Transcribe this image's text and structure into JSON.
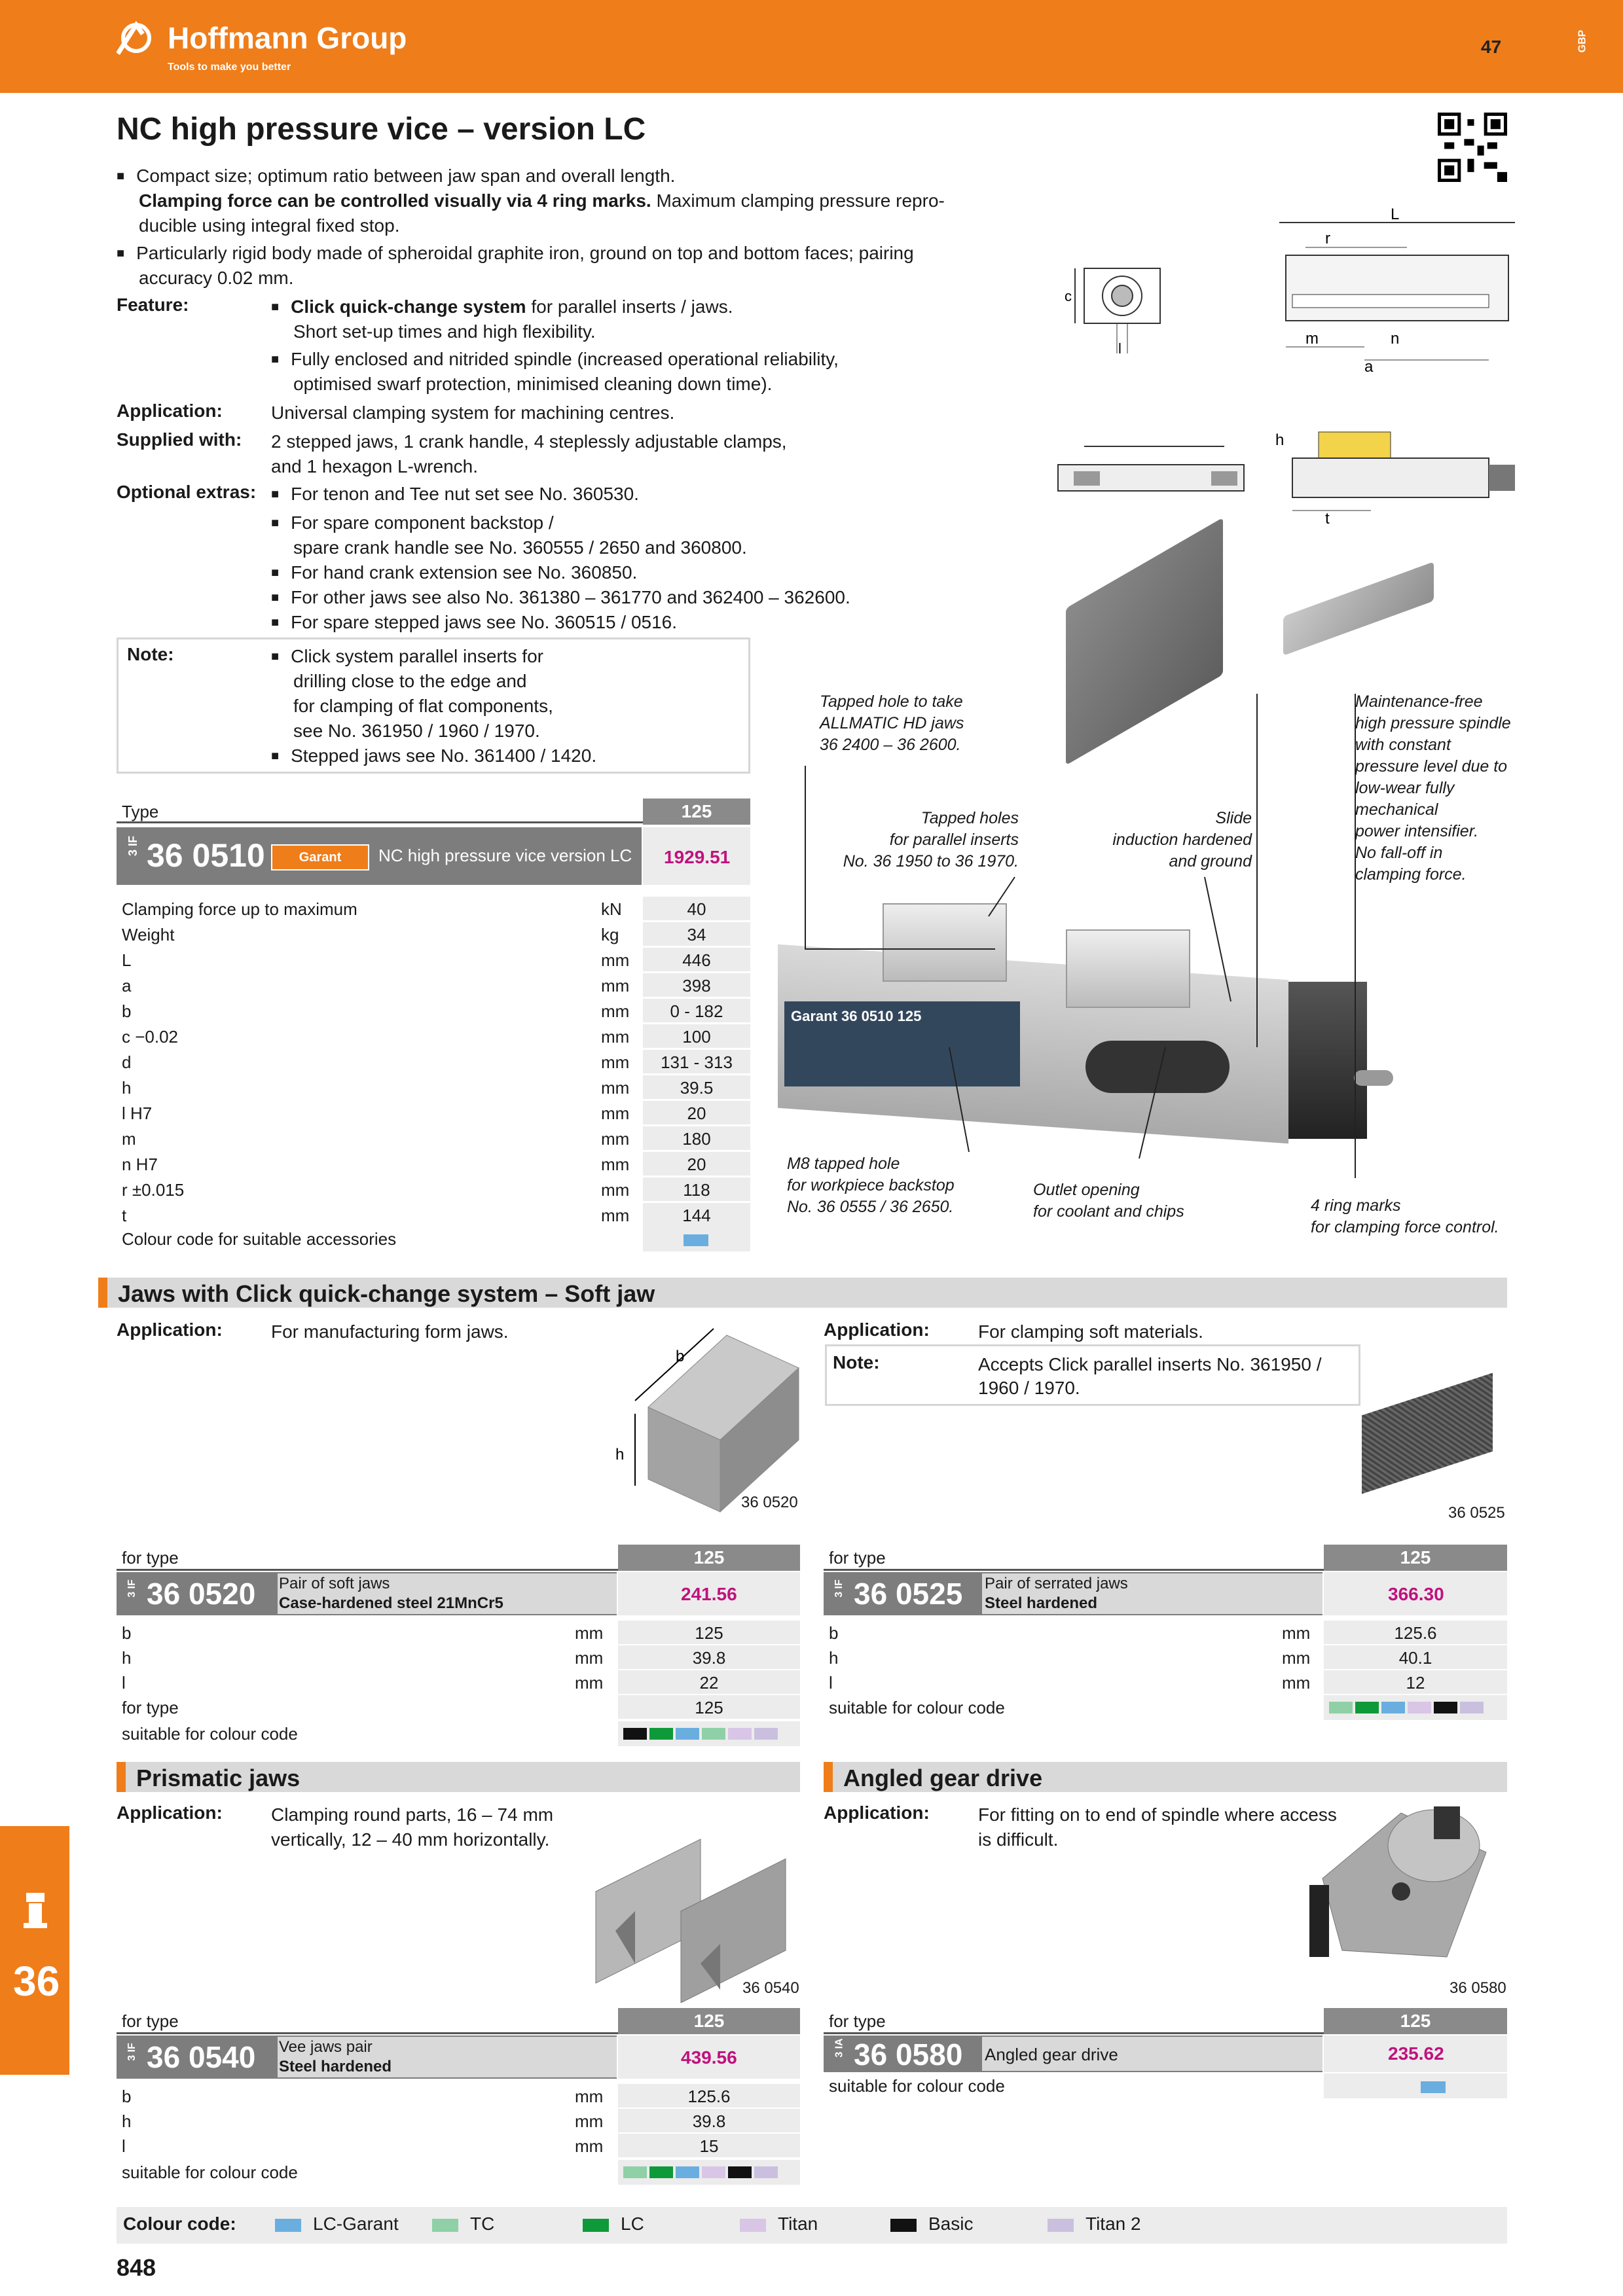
{
  "header": {
    "brand": "Hoffmann Group",
    "tagline": "Tools to make you better",
    "page_number": "47",
    "lang": "GBP",
    "brand_color": "#ef7d1a"
  },
  "title": "NC high pressure vice – version LC",
  "intro": {
    "b1": "Compact size; optimum ratio between jaw span and overall length.",
    "b1b": "Clamping force can be controlled visually via 4 ring marks.",
    "b1c": "Maximum clamping pressure repro-",
    "b1d": "ducible using integral fixed stop.",
    "b2": "Particularly rigid body made of spheroidal graphite iron, ground on top and bottom faces; pairing",
    "b2b": "accuracy 0.02 mm."
  },
  "feature": {
    "label": "Feature:",
    "f1a": "Click quick-change system",
    "f1b": "for parallel inserts / jaws.",
    "f1c": "Short set-up times and high flexibility.",
    "f2a": "Fully enclosed and nitrided spindle (increased operational reliability,",
    "f2b": "optimised swarf protection, minimised cleaning down time)."
  },
  "application": {
    "label": "Application:",
    "text": "Universal clamping system for machining centres."
  },
  "supplied": {
    "label": "Supplied with:",
    "t1": "2 stepped jaws, 1 crank handle, 4 steplessly adjustable clamps,",
    "t2": "and 1 hexagon L-wrench."
  },
  "optional": {
    "label": "Optional extras:",
    "o1": "For tenon and Tee nut set see No. 360530.",
    "o2a": "For spare component backstop /",
    "o2b": "spare crank handle see No. 360555 / 2650 and 360800.",
    "o3": "For hand crank extension see No. 360850.",
    "o4": "For other jaws see also No. 361380 – 361770 and 362400 – 362600.",
    "o5": "For spare stepped jaws see No. 360515 / 0516."
  },
  "note": {
    "label": "Note:",
    "n1": "Click system parallel inserts for",
    "n2": "drilling close to the edge and",
    "n3": "for clamping of flat components,",
    "n4": "see No. 361950 / 1960 / 1970.",
    "n5": "Stepped jaws see No. 361400 / 1420."
  },
  "main_table": {
    "type_label": "Type",
    "size": "125",
    "prefix": "3 IF",
    "article": "36 0510",
    "brand": "Garant",
    "desc": "NC high pressure vice version LC",
    "price": "1929.51",
    "rows": [
      {
        "name": "Clamping force up to maximum",
        "unit": "kN",
        "value": "40"
      },
      {
        "name": "Weight",
        "unit": "kg",
        "value": "34"
      },
      {
        "name": "L",
        "unit": "mm",
        "value": "446"
      },
      {
        "name": "a",
        "unit": "mm",
        "value": "398"
      },
      {
        "name": "b",
        "unit": "mm",
        "value": "0 - 182"
      },
      {
        "name": "c −0.02",
        "unit": "mm",
        "value": "100"
      },
      {
        "name": "d",
        "unit": "mm",
        "value": "131 - 313"
      },
      {
        "name": "h",
        "unit": "mm",
        "value": "39.5"
      },
      {
        "name": "l H7",
        "unit": "mm",
        "value": "20"
      },
      {
        "name": "m",
        "unit": "mm",
        "value": "180"
      },
      {
        "name": "n H7",
        "unit": "mm",
        "value": "20"
      },
      {
        "name": "r ±0.015",
        "unit": "mm",
        "value": "118"
      },
      {
        "name": "t",
        "unit": "mm",
        "value": "144"
      }
    ],
    "colour_label": "Colour code for suitable accessories"
  },
  "captions": {
    "c1a": "Tapped hole to take",
    "c1b": "ALLMATIC HD jaws",
    "c1c": "36 2400 – 36 2600.",
    "c2a": "Tapped holes",
    "c2b": "for parallel inserts",
    "c2c": "No. 36 1950 to 36 1970.",
    "c3a": "Slide",
    "c3b": "induction hardened",
    "c3c": "and ground",
    "c4a": "Maintenance-free",
    "c4b": "high pressure spindle",
    "c4c": "with constant",
    "c4d": "pressure level due to",
    "c4e": "low-wear fully",
    "c4f": "mechanical",
    "c4g": "power intensifier.",
    "c4h": "No fall-off in",
    "c4i": "clamping force.",
    "c5a": "M8 tapped hole",
    "c5b": "for workpiece backstop",
    "c5c": "No. 36 0555 / 36 2650.",
    "c6a": "Outlet opening",
    "c6b": "for coolant and chips",
    "c7a": "4 ring marks",
    "c7b": "for clamping force control."
  },
  "dims": {
    "L": "L",
    "r": "r",
    "m": "m",
    "n": "n",
    "a": "a",
    "c": "c",
    "l": "l",
    "h": "h",
    "t": "t",
    "b": "b"
  },
  "product_label": "Garant 36 0510 125",
  "sec_jaws": {
    "title": "Jaws with Click quick-change system – Soft jaw",
    "app_label": "Application:",
    "app_text": "For manufacturing form jaws.",
    "app2_label": "Application:",
    "app2_text": "For clamping soft materials.",
    "note_label": "Note:",
    "note1": "Accepts Click parallel inserts No. 361950 /",
    "note2": "1960 / 1970.",
    "img1": "36 0520",
    "img2": "36 0525"
  },
  "t520": {
    "for_type": "for type",
    "size": "125",
    "prefix": "3 IF",
    "article": "36 0520",
    "d1": "Pair of soft jaws",
    "d2": "Case-hardened steel 21MnCr5",
    "price": "241.56",
    "rows": [
      {
        "name": "b",
        "unit": "mm",
        "value": "125"
      },
      {
        "name": "h",
        "unit": "mm",
        "value": "39.8"
      },
      {
        "name": "l",
        "unit": "mm",
        "value": "22"
      }
    ],
    "for_type2": "for type",
    "for_type2_val": "125",
    "colour_label": "suitable for colour code"
  },
  "t525": {
    "for_type": "for type",
    "size": "125",
    "prefix": "3 IF",
    "article": "36 0525",
    "d1": "Pair of serrated jaws",
    "d2": "Steel hardened",
    "price": "366.30",
    "rows": [
      {
        "name": "b",
        "unit": "mm",
        "value": "125.6"
      },
      {
        "name": "h",
        "unit": "mm",
        "value": "40.1"
      },
      {
        "name": "l",
        "unit": "mm",
        "value": "12"
      }
    ],
    "colour_label": "suitable for colour code"
  },
  "sec_prism": {
    "title": "Prismatic jaws",
    "app_label": "Application:",
    "app1": "Clamping round parts, 16 – 74 mm",
    "app2": "vertically, 12 – 40 mm horizontally.",
    "img": "36 0540"
  },
  "sec_gear": {
    "title": "Angled gear drive",
    "app_label": "Application:",
    "app1": "For fitting on to end of spindle where access",
    "app2": "is difficult.",
    "img": "36 0580"
  },
  "t540": {
    "for_type": "for type",
    "size": "125",
    "prefix": "3 IF",
    "article": "36 0540",
    "d1": "Vee jaws pair",
    "d2": "Steel hardened",
    "price": "439.56",
    "rows": [
      {
        "name": "b",
        "unit": "mm",
        "value": "125.6"
      },
      {
        "name": "h",
        "unit": "mm",
        "value": "39.8"
      },
      {
        "name": "l",
        "unit": "mm",
        "value": "15"
      }
    ],
    "colour_label": "suitable for colour code"
  },
  "t580": {
    "for_type": "for type",
    "size": "125",
    "prefix": "3 IA",
    "article": "36 0580",
    "d1": "Angled gear drive",
    "price": "235.62",
    "colour_label": "suitable for colour code"
  },
  "legend": {
    "label": "Colour code:",
    "items": [
      {
        "name": "LC-Garant",
        "color": "#6aaee0"
      },
      {
        "name": "TC",
        "color": "#8fd0a6"
      },
      {
        "name": "LC",
        "color": "#0f9a3a"
      },
      {
        "name": "Titan",
        "color": "#d9c6e6"
      },
      {
        "name": "Basic",
        "color": "#111111"
      },
      {
        "name": "Titan 2",
        "color": "#cbbfdf"
      }
    ]
  },
  "side_tab": "36",
  "footer_page": "848"
}
